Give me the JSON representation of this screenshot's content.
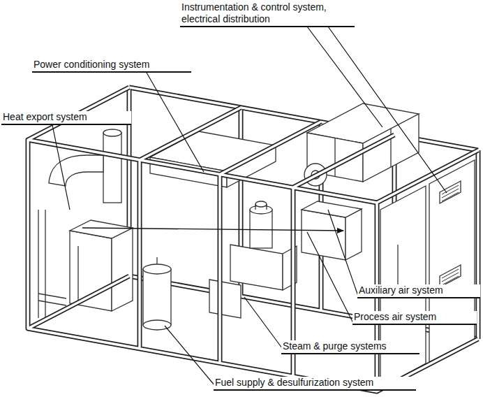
{
  "diagram": {
    "labels": [
      "Instrumentation & control system, electrical distribution",
      "Power conditioning system",
      "Heat export system",
      "Auxiliary air system",
      "Process air system",
      "Steam & purge systems",
      "Fuel supply & desulfurization system"
    ]
  }
}
